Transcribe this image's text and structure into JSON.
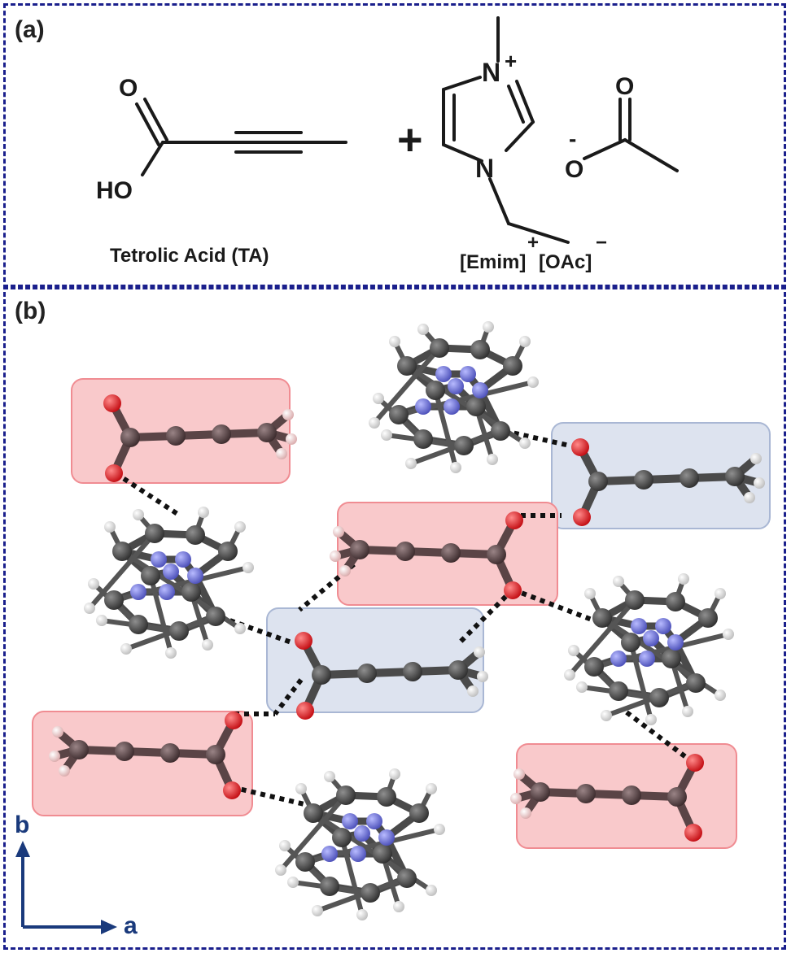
{
  "panel_a": {
    "label": "(a)",
    "ta_caption": "Tetrolic Acid (TA)",
    "il_caption_1": "[Emim]",
    "il_caption_sup1": "+",
    "il_caption_2": "[OAc]",
    "il_caption_sup2": "−",
    "plus_sign": "+",
    "atom_O": "O",
    "atom_HO": "HO",
    "atom_N": "N",
    "charge_plus": "+",
    "charge_minus": "-"
  },
  "panel_b": {
    "label": "(b)",
    "axis_b": "b",
    "axis_a": "a"
  },
  "colors": {
    "frame": "#1a1f8c",
    "box_red_fill": "#f9c9cb",
    "box_red_stroke": "#f08c92",
    "box_blue_fill": "#dde3ef",
    "box_blue_stroke": "#a9b7d4",
    "oxygen": "#e8141b",
    "carbon_ta": "#5a4446",
    "carbon_il": "#4a4a4a",
    "nitrogen": "#6f73d6",
    "hydrogen": "#f1f1f1",
    "axis": "#1a3a7c"
  }
}
